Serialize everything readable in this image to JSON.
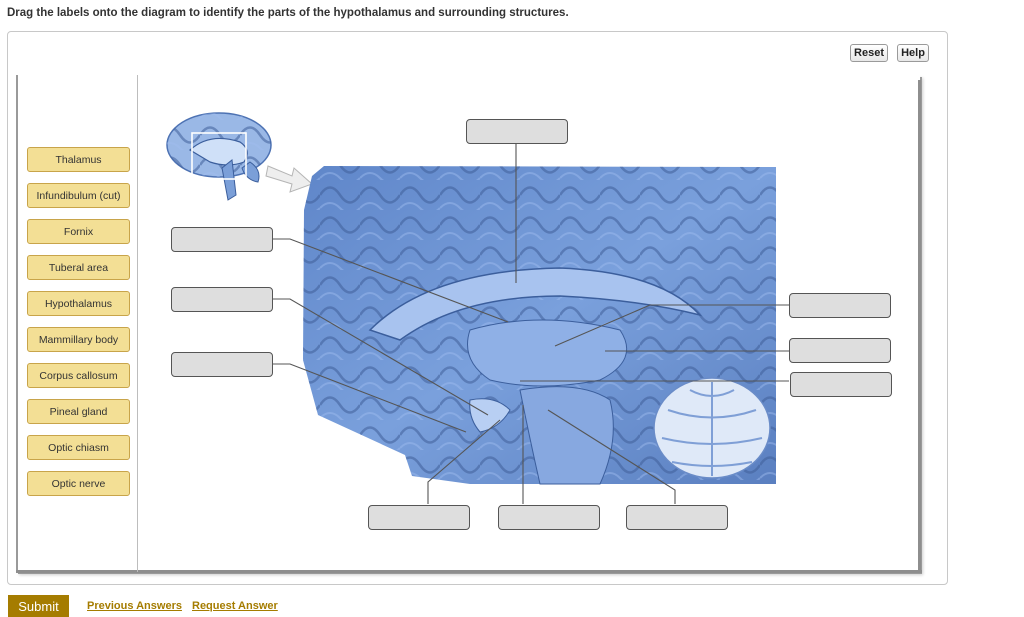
{
  "instructions": "Drag the labels onto the diagram to identify the parts of the hypothalamus and surrounding structures.",
  "toolbar": {
    "reset_label": "Reset",
    "help_label": "Help"
  },
  "labels": [
    "Thalamus",
    "Infundibulum (cut)",
    "Fornix",
    "Tuberal area",
    "Hypothalamus",
    "Mammillary body",
    "Corpus callosum",
    "Pineal gland",
    "Optic chiasm",
    "Optic nerve"
  ],
  "colors": {
    "label_fill": "#f3df95",
    "label_border": "#c8a44a",
    "target_fill": "#dedede",
    "brain_blue": "#6f95d4",
    "accent_gold": "#a57c00"
  },
  "footer": {
    "submit_label": "Submit",
    "previous_answers_label": "Previous Answers",
    "request_answer_label": "Request Answer"
  }
}
